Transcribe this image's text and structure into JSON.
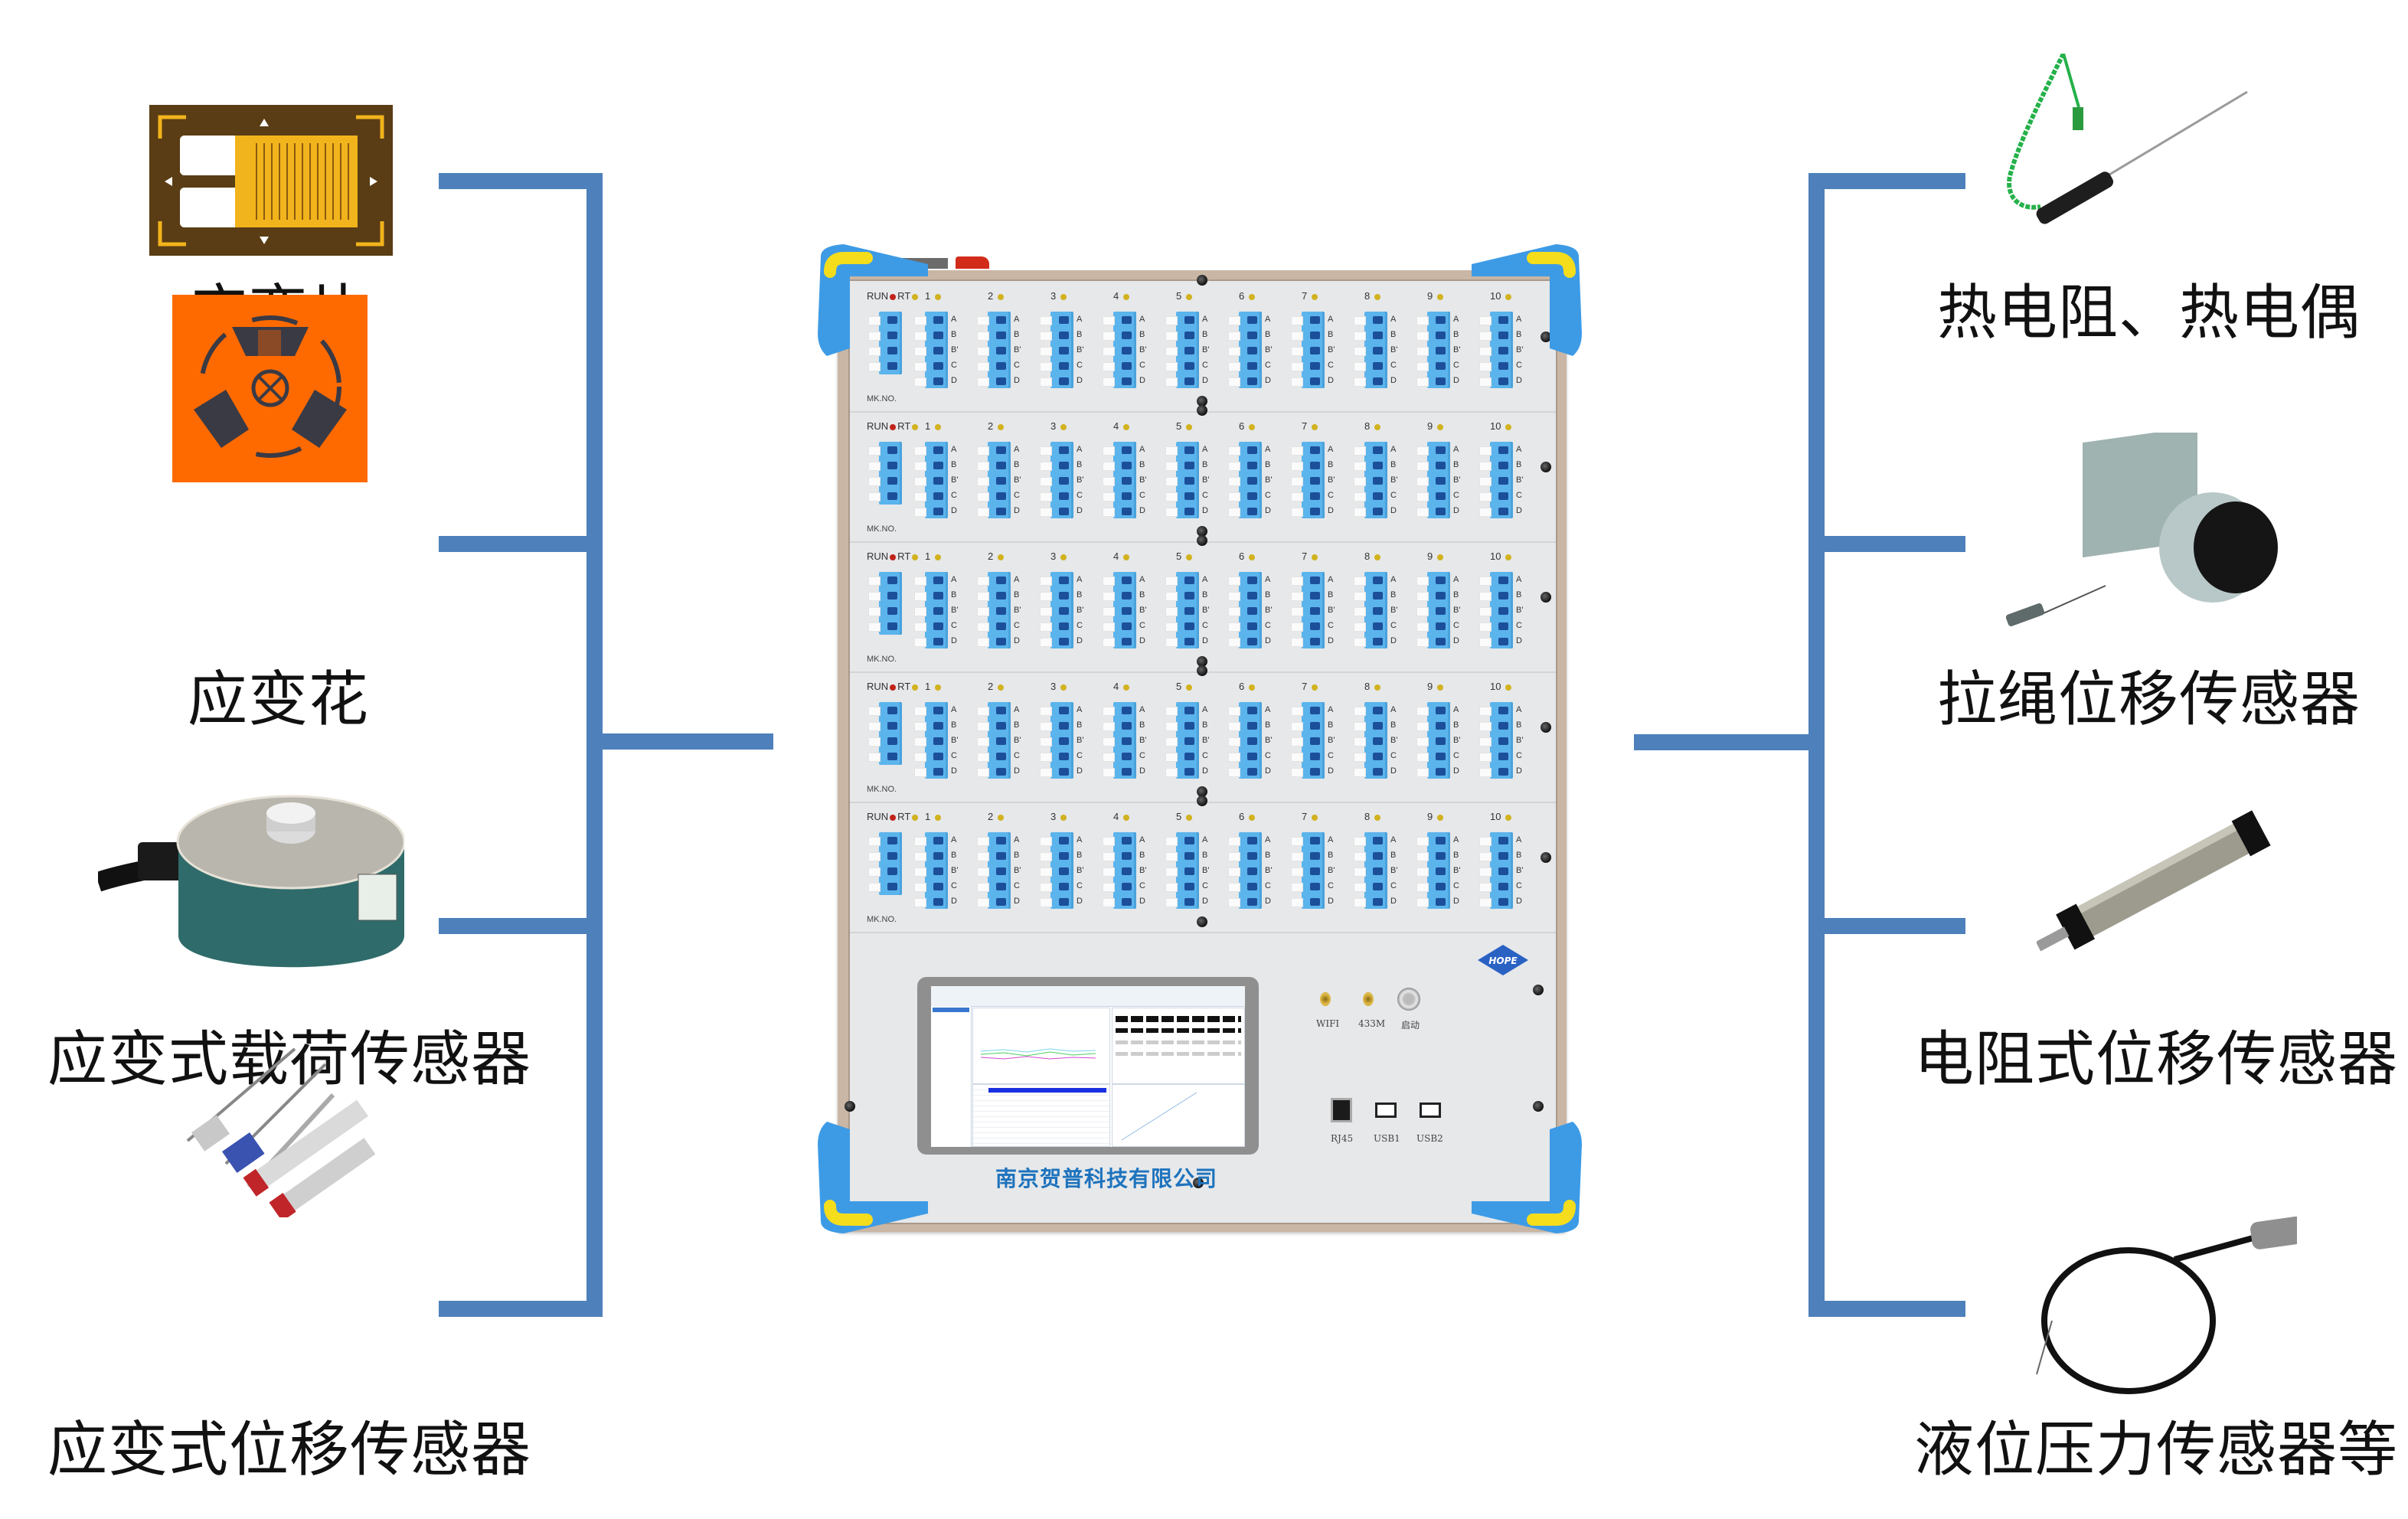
{
  "diagram": {
    "title": "Data acquisition instrument sensor compatibility",
    "line_color": "#4e80bb",
    "left_sensors": [
      {
        "label": "应变片",
        "icon": "strain-gauge-icon"
      },
      {
        "label": "应变花",
        "icon": "strain-rosette-icon"
      },
      {
        "label": "应变式载荷传感器",
        "icon": "load-cell-icon"
      },
      {
        "label": "应变式位移传感器",
        "icon": "strain-displacement-sensor-icon"
      }
    ],
    "right_sensors": [
      {
        "label": "热电阻、热电偶",
        "icon": "thermocouple-icon"
      },
      {
        "label": "拉绳位移传感器",
        "icon": "draw-wire-sensor-icon"
      },
      {
        "label": "电阻式位移传感器",
        "icon": "linear-potentiometer-icon"
      },
      {
        "label": "液位压力传感器等",
        "icon": "level-pressure-sensor-icon"
      }
    ]
  },
  "device": {
    "brand_logo": "HOPE",
    "company": "南京贺普科技有限公司",
    "module_rows": 5,
    "row_header": {
      "run": "RUN",
      "rt": "RT",
      "mk": "MK.NO."
    },
    "channels": [
      "1",
      "2",
      "3",
      "4",
      "5",
      "6",
      "7",
      "8",
      "9",
      "10"
    ],
    "pins": [
      "A",
      "B",
      "B'",
      "C",
      "D"
    ],
    "ports": {
      "wifi": "WIFI",
      "m433": "433M",
      "start": "启动",
      "rj45": "RJ45",
      "usb1": "USB1",
      "usb2": "USB2"
    },
    "colors": {
      "terminal": "#5bb4ec",
      "bumper": "#3d9be6",
      "bumper_grip": "#f5dd1c",
      "run_led": "#c0231a",
      "ch_led": "#d2b21f",
      "company_text": "#1e73bd"
    }
  }
}
